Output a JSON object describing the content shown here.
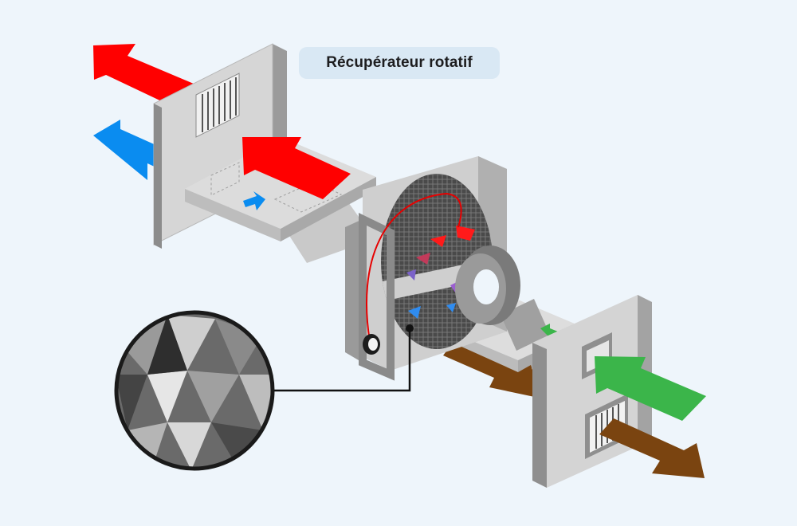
{
  "diagram": {
    "title": "Récupérateur rotatif",
    "colors": {
      "background": "#eef5fb",
      "title_pill": "#d9e8f4",
      "warm_extract": "#ff0000",
      "cold_intake": "#0a8cf0",
      "fresh_air": "#3bb54a",
      "exhaust_air": "#7a4410",
      "panel_face": "#d6d6d6",
      "panel_side": "#9b9b9b",
      "wheel_matrix": "#4a4a4a"
    },
    "components": [
      {
        "name": "left-wall-panel",
        "icon": "wall-panel-with-grille-icon"
      },
      {
        "name": "upper-duct",
        "icon": "duct-icon"
      },
      {
        "name": "rotary-wheel-housing",
        "icon": "rotary-heat-exchanger-icon"
      },
      {
        "name": "drive-belt-motor",
        "icon": "motor-icon"
      },
      {
        "name": "fan-ring",
        "icon": "fan-icon"
      },
      {
        "name": "lower-duct",
        "icon": "duct-icon"
      },
      {
        "name": "right-wall-panel",
        "icon": "wall-panel-with-grille-icon"
      },
      {
        "name": "matrix-detail-magnifier",
        "icon": "magnifier-icon"
      }
    ]
  }
}
